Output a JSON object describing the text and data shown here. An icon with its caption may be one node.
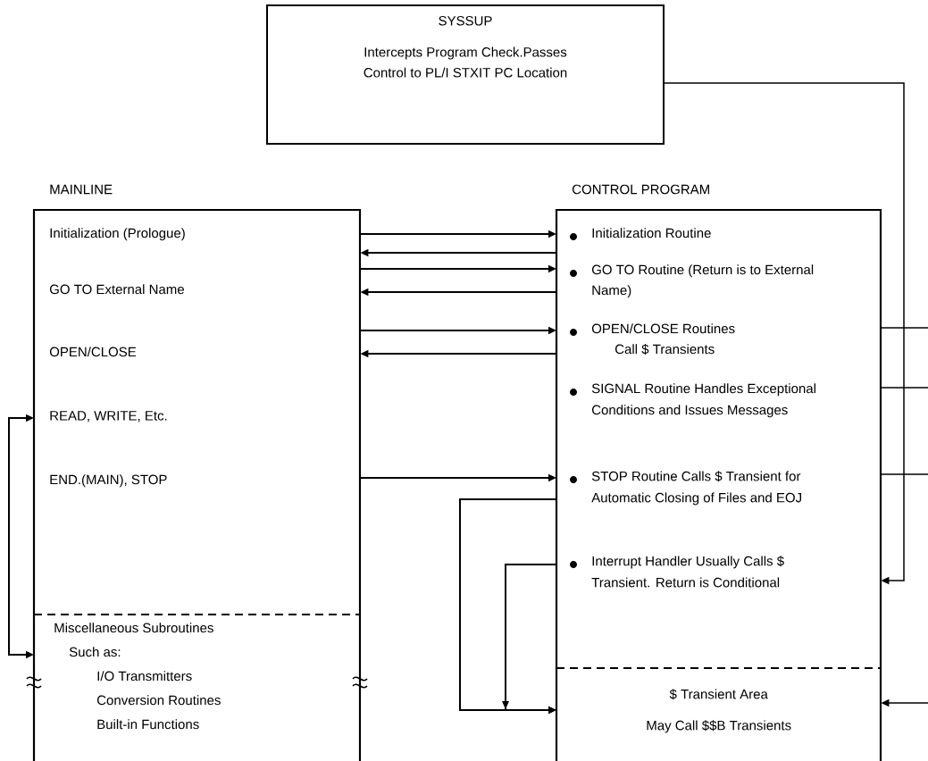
{
  "diagram": {
    "nodes": [
      {
        "text": [
          "SYSSUP",
          "Intercepts Program Check.Passes Control to PL/I STXIT PC Location"
        ]
      },
      {
        "text": [
          "MAINLINE"
        ]
      },
      {
        "text": [
          "Initialization (Prologue)"
        ],
        "in": 1
      },
      {
        "text": [
          "GO TO External Name"
        ],
        "in": 1
      },
      {
        "text": [
          "OPEN/CLOSE"
        ],
        "in": 1
      },
      {
        "text": [
          "READ, WRITE, Etc."
        ],
        "in": 1
      },
      {
        "text": [
          "END.(MAIN), STOP"
        ],
        "in": 1
      },
      {
        "text": [
          "Miscellaneous Subroutines",
          "Such as:",
          "I/O Transmitters",
          "Conversion Routines",
          "Built-in Functions"
        ],
        "in": 1
      },
      {
        "text": [
          "CONTROL PROGRAM"
        ]
      },
      {
        "text": [
          "Initialization Routine"
        ],
        "in": 8
      },
      {
        "text": [
          "GO TO Routine (Return is to External Name)"
        ],
        "in": 8
      },
      {
        "text": [
          "OPEN/CLOSE Routines",
          "Call $ Transients"
        ],
        "in": 8
      },
      {
        "text": [
          "SIGNAL Routine Handles Exceptional Conditions and Issues Messages"
        ],
        "in": 8
      },
      {
        "text": [
          "STOP Routine Calls $ Transient for Automatic Closing of Files and EOJ"
        ],
        "in": 8
      },
      {
        "text": [
          "Interrupt Handler Usually Calls $ Transient. Return is Conditional"
        ],
        "in": 8
      },
      {
        "text": [
          "$ Transient Area",
          "May Call $$B Transients"
        ],
        "in": 8
      }
    ],
    "edges": [
      {
        "from": 1,
        "to": 8,
        "arrow": "to"
      },
      {
        "from": 8,
        "to": 1,
        "arrow": "to"
      },
      {
        "from": 1,
        "to": 8,
        "arrow": "to"
      },
      {
        "from": 8,
        "to": 1,
        "arrow": "to"
      },
      {
        "from": 1,
        "to": 8,
        "arrow": "to"
      },
      {
        "from": 8,
        "to": 1,
        "arrow": "to"
      },
      {
        "from": 1,
        "to": 8,
        "arrow": "to"
      },
      {
        "from": 1,
        "to": 7,
        "arrow": "both"
      },
      {
        "from": 0,
        "to": 8,
        "arrow": "to"
      },
      {
        "from": 8,
        "to": 15,
        "arrow": "to"
      },
      {
        "from": 8,
        "to": 15,
        "arrow": "to"
      },
      {
        "from": 8,
        "to": null,
        "arrow": "none"
      },
      {
        "from": 8,
        "to": null,
        "arrow": "none"
      },
      {
        "from": 8,
        "to": null,
        "arrow": "none"
      },
      {
        "from": null,
        "to": 15,
        "arrow": "to"
      }
    ]
  }
}
